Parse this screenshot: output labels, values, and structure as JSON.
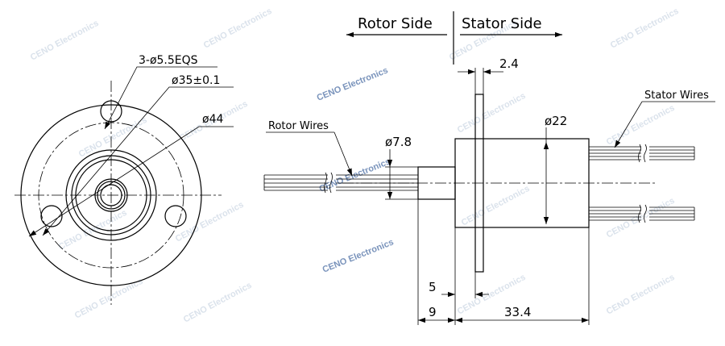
{
  "labels": {
    "rotor_side": "Rotor Side",
    "stator_side": "Stator Side",
    "holes": "3-ø5.5EQS",
    "pcd": "ø35±0.1",
    "flange_dia": "ø44",
    "stator_wires": "Stator Wires",
    "rotor_wires": "Rotor Wires",
    "body_dia": "ø22",
    "shaft_dia": "ø7.8",
    "flange_thickness": "2.4",
    "dim_5": "5",
    "dim_9": "9",
    "dim_33_4": "33.4"
  },
  "watermark": "CENO Electronics"
}
